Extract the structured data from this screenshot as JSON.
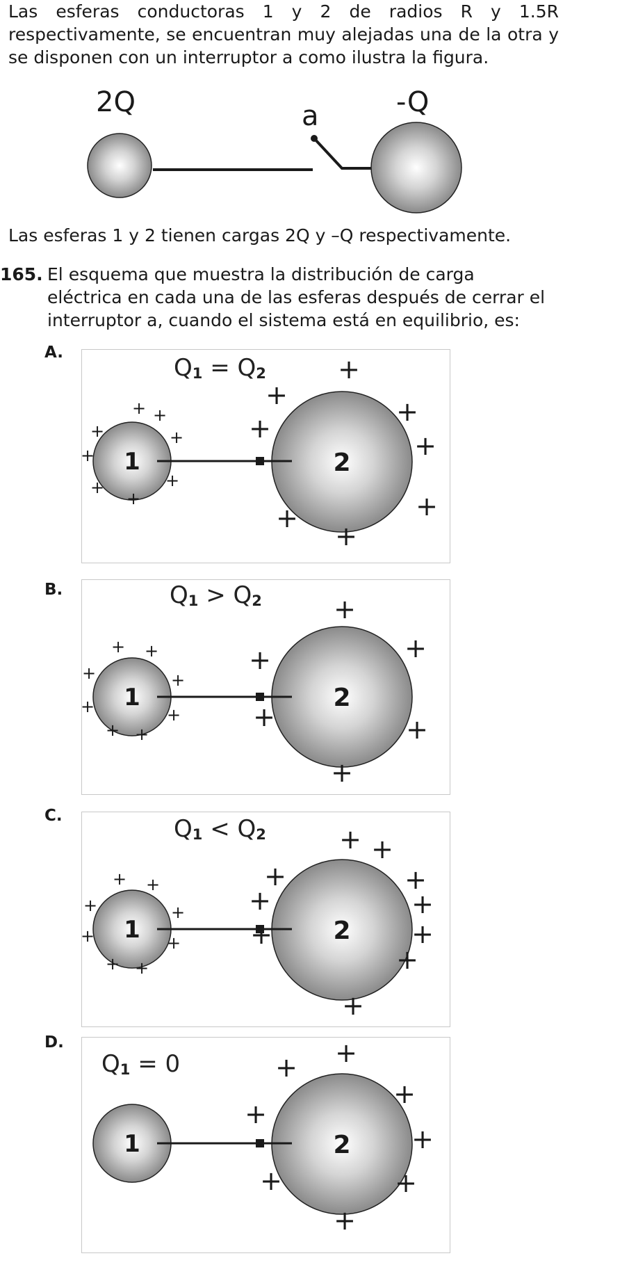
{
  "intro": "Las esferas conductoras 1 y 2 de radios R y 1.5R respectivamente, se encuentran muy alejadas una de la otra y se disponen con un interruptor a como ilustra la figura.",
  "figure": {
    "charge_left": "2Q",
    "charge_right": "-Q",
    "switch_label": "a"
  },
  "charges_statement": "Las esferas 1 y 2 tienen cargas 2Q y –Q respectivamente.",
  "question": {
    "number": "165.",
    "text": "El esquema que muestra la distribución de carga eléctrica en cada una de las esferas después de cerrar el interruptor a, cuando el sistema está en equilibrio, es:"
  },
  "options": [
    {
      "letter": "A.",
      "q_left": "Q",
      "sub_left": "1",
      "relation": "=",
      "q_right": "Q",
      "sub_right": "2",
      "sphere1": "1",
      "sphere2": "2"
    },
    {
      "letter": "B.",
      "q_left": "Q",
      "sub_left": "1",
      "relation": ">",
      "q_right": "Q",
      "sub_right": "2",
      "sphere1": "1",
      "sphere2": "2"
    },
    {
      "letter": "C.",
      "q_left": "Q",
      "sub_left": "1",
      "relation": "<",
      "q_right": "Q",
      "sub_right": "2",
      "sphere1": "1",
      "sphere2": "2"
    },
    {
      "letter": "D.",
      "q_left": "Q",
      "sub_left": "1",
      "relation": "=",
      "q_right": "0",
      "sub_right": "",
      "sphere1": "1",
      "sphere2": "2"
    }
  ],
  "plus_sign": "+"
}
